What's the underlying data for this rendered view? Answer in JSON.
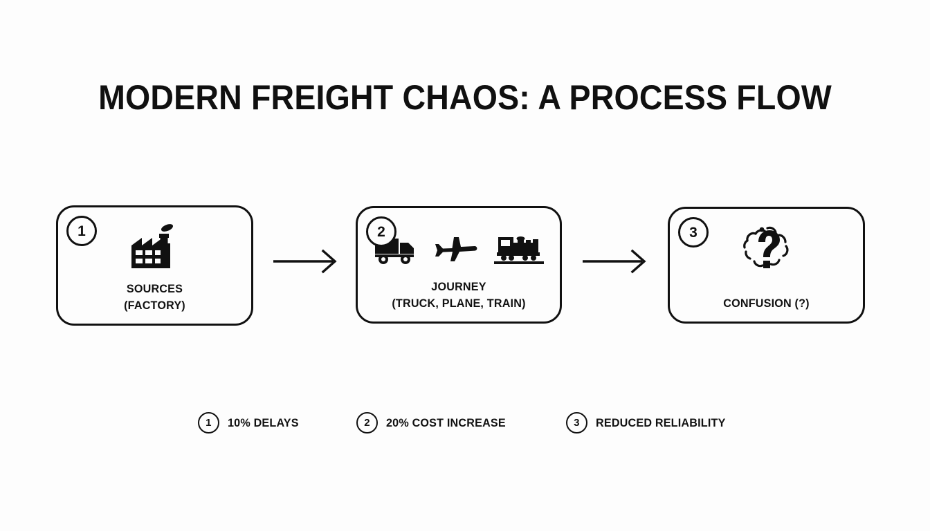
{
  "page": {
    "title": "MODERN FREIGHT CHAOS: A PROCESS FLOW",
    "background_color": "#fdfdfd",
    "ink_color": "#111111"
  },
  "flow": {
    "steps": [
      {
        "number": "1",
        "label_line1": "SOURCES",
        "label_line2": "(FACTORY)",
        "icons": [
          "factory-icon"
        ]
      },
      {
        "number": "2",
        "label_line1": "JOURNEY",
        "label_line2": "(TRUCK, PLANE, TRAIN)",
        "icons": [
          "truck-icon",
          "plane-icon",
          "train-icon"
        ]
      },
      {
        "number": "3",
        "label_line1": "CONFUSION (?)",
        "label_line2": "",
        "icons": [
          "confusion-question-cloud-icon"
        ]
      }
    ],
    "connectors": [
      {
        "name": "arrow-1",
        "direction": "right"
      },
      {
        "name": "arrow-2",
        "direction": "right"
      }
    ]
  },
  "legend": {
    "items": [
      {
        "number": "1",
        "text": "10% DELAYS"
      },
      {
        "number": "2",
        "text": "20% COST INCREASE"
      },
      {
        "number": "3",
        "text": "REDUCED RELIABILITY"
      }
    ]
  }
}
